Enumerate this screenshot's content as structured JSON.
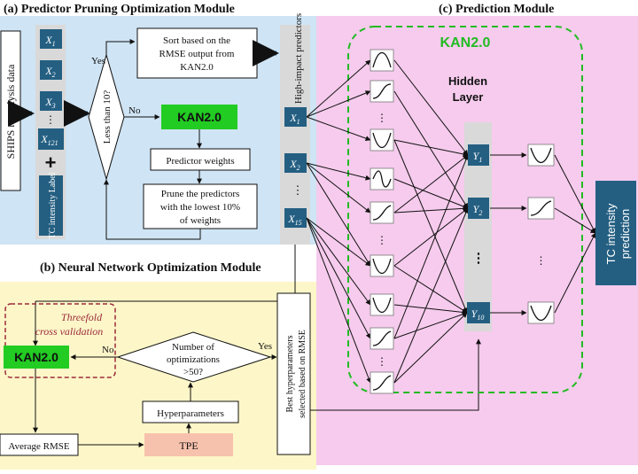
{
  "titles": {
    "a": "(a) Predictor Pruning Optimization Module",
    "b": "(b) Neural Network Optimization Module",
    "c": "(c) Prediction Module"
  },
  "module_a": {
    "ships_label": "SHIPS reanalysis data",
    "inputs": [
      "X",
      "X",
      "X",
      "X"
    ],
    "input_subs": [
      "1",
      "2",
      "3",
      "121"
    ],
    "dots": "⋮",
    "plus": "+",
    "tc_label": "TC intensity Label",
    "decision": "Less than 10?",
    "yes": "Yes",
    "no": "No",
    "sort_lines": [
      "Sort based on the",
      "RMSE output from",
      "KAN2.0"
    ],
    "kan": "KAN2.0",
    "weights": "Predictor weights",
    "prune_lines": [
      "Prune the predictors",
      "with the lowest 10%",
      "of weights"
    ],
    "high_impact": "High-impact predictors",
    "predictors": [
      "X",
      "X",
      "X"
    ],
    "predictor_subs": [
      "1",
      "2",
      "15"
    ],
    "pred_dots": "⋮"
  },
  "module_b": {
    "threefold_lines": [
      "Threefold",
      "cross validation"
    ],
    "kan": "KAN2.0",
    "no": "No",
    "yes": "Yes",
    "decision_lines": [
      "Number of",
      "optimizations",
      ">50?"
    ],
    "hyper": "Hyperparameters",
    "tpe": "TPE",
    "avg_rmse": "Average RMSE",
    "best_lines": [
      "Best hyperparameters",
      "selected based on RMSE"
    ]
  },
  "module_c": {
    "kan_label": "KAN2.0",
    "hidden_lines": [
      "Hidden",
      "Layer"
    ],
    "hidden_nodes": [
      "Y",
      "Y",
      "Y"
    ],
    "hidden_subs": [
      "1",
      "2",
      "10"
    ],
    "hidden_dots": "⋮",
    "output_lines": [
      "TC intensity",
      "prediction"
    ],
    "col_dots": "⋮"
  },
  "colors": {
    "panel_a": "#cfe4f4",
    "panel_b": "#fdf6c8",
    "panel_c": "#f6cbed",
    "node": "#245f82",
    "kan_green": "#22cc22",
    "kan_label": "#22bb22",
    "tpe": "#f7c2ad",
    "dashed_red": "#9b2b3b",
    "arrow_blue": "#2a72a8"
  }
}
